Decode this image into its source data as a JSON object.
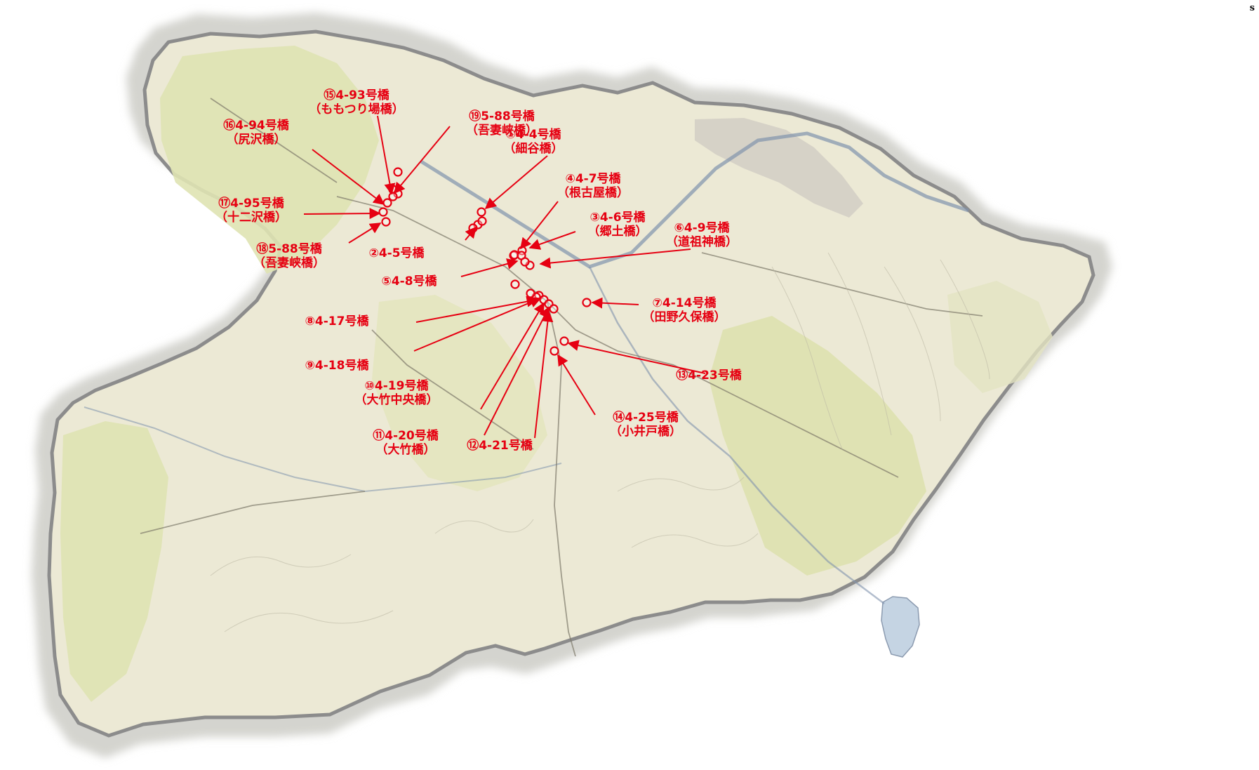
{
  "corner_mark": "s",
  "colors": {
    "label": "#e60012",
    "land": "#ece9d6",
    "forest": "#dde1b2",
    "boundary": "#8f8f8f",
    "halo": "#d0d0cc",
    "lake": "#c5d4e2",
    "road": "#7f7a6b",
    "river": "#7d8fa8",
    "urban": "#c4bfb8"
  },
  "bridges": [
    {
      "id": "01",
      "lines": [
        "①4-4号橋",
        "（細谷橋）"
      ]
    },
    {
      "id": "02",
      "lines": [
        "②4-5号橋"
      ]
    },
    {
      "id": "03",
      "lines": [
        "③4-6号橋",
        "（郷土橋）"
      ]
    },
    {
      "id": "04",
      "lines": [
        "④4-7号橋",
        "（根古屋橋）"
      ]
    },
    {
      "id": "05",
      "lines": [
        "⑤4-8号橋"
      ]
    },
    {
      "id": "06",
      "lines": [
        "⑥4-9号橋",
        "（道祖神橋）"
      ]
    },
    {
      "id": "07",
      "lines": [
        "⑦4-14号橋",
        "（田野久保橋）"
      ]
    },
    {
      "id": "08",
      "lines": [
        "⑧4-17号橋"
      ]
    },
    {
      "id": "09",
      "lines": [
        "⑨4-18号橋"
      ]
    },
    {
      "id": "10",
      "lines": [
        "⑩4-19号橋",
        "（大竹中央橋）"
      ]
    },
    {
      "id": "11",
      "lines": [
        "⑪4-20号橋",
        "（大竹橋）"
      ]
    },
    {
      "id": "12",
      "lines": [
        "⑫4-21号橋"
      ]
    },
    {
      "id": "13",
      "lines": [
        "⑬4-23号橋"
      ]
    },
    {
      "id": "14",
      "lines": [
        "⑭4-25号橋",
        "（小井戸橋）"
      ]
    },
    {
      "id": "15",
      "lines": [
        "⑮4-93号橋",
        "（ももつり場橋）"
      ]
    },
    {
      "id": "16",
      "lines": [
        "⑯4-94号橋",
        "（尻沢橋）"
      ]
    },
    {
      "id": "17",
      "lines": [
        "⑰4-95号橋",
        "（十二沢橋）"
      ]
    },
    {
      "id": "18",
      "lines": [
        "⑱5-88号橋",
        "（吾妻峡橋）"
      ]
    },
    {
      "id": "19",
      "lines": [
        "⑲5-88号橋",
        "（吾妻峡橋）"
      ]
    }
  ]
}
